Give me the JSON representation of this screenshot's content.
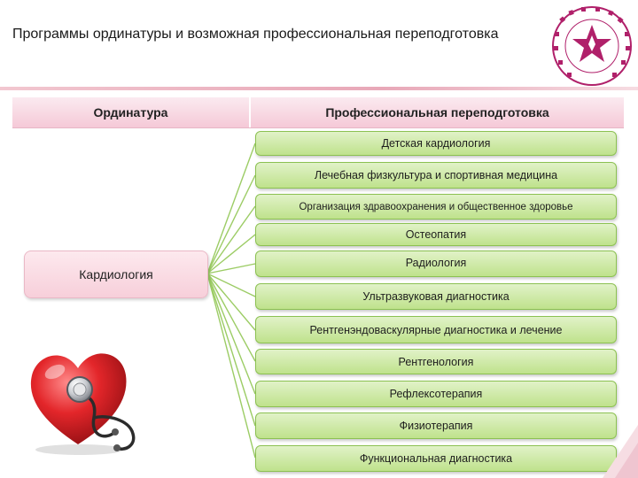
{
  "slide": {
    "title": "Программы ординатуры и возможная профессиональная переподготовка"
  },
  "table": {
    "col_residency": "Ординатура",
    "col_retraining": "Профессиональная переподготовка"
  },
  "specialty": {
    "label": "Кардиология"
  },
  "programs": [
    "Детская кардиология",
    "Лечебная физкультура и спортивная медицина",
    "Организация здравоохранения и общественное здоровье",
    "Остеопатия",
    "Радиология",
    "Ультразвуковая диагностика",
    "Рентгенэндоваскулярные диагностика и лечение",
    "Рентгенология",
    "Рефлексотерапия",
    "Физиотерапия",
    "Функциональная диагностика"
  ],
  "colors": {
    "accent_pink": "#f5c9d7",
    "program_green": "#bfe28c",
    "connector_green": "#9ccc65",
    "logo_magenta": "#b0206a"
  },
  "icons": {
    "logo": "university-emblem-icon",
    "illustration": "heart-stethoscope-icon"
  }
}
